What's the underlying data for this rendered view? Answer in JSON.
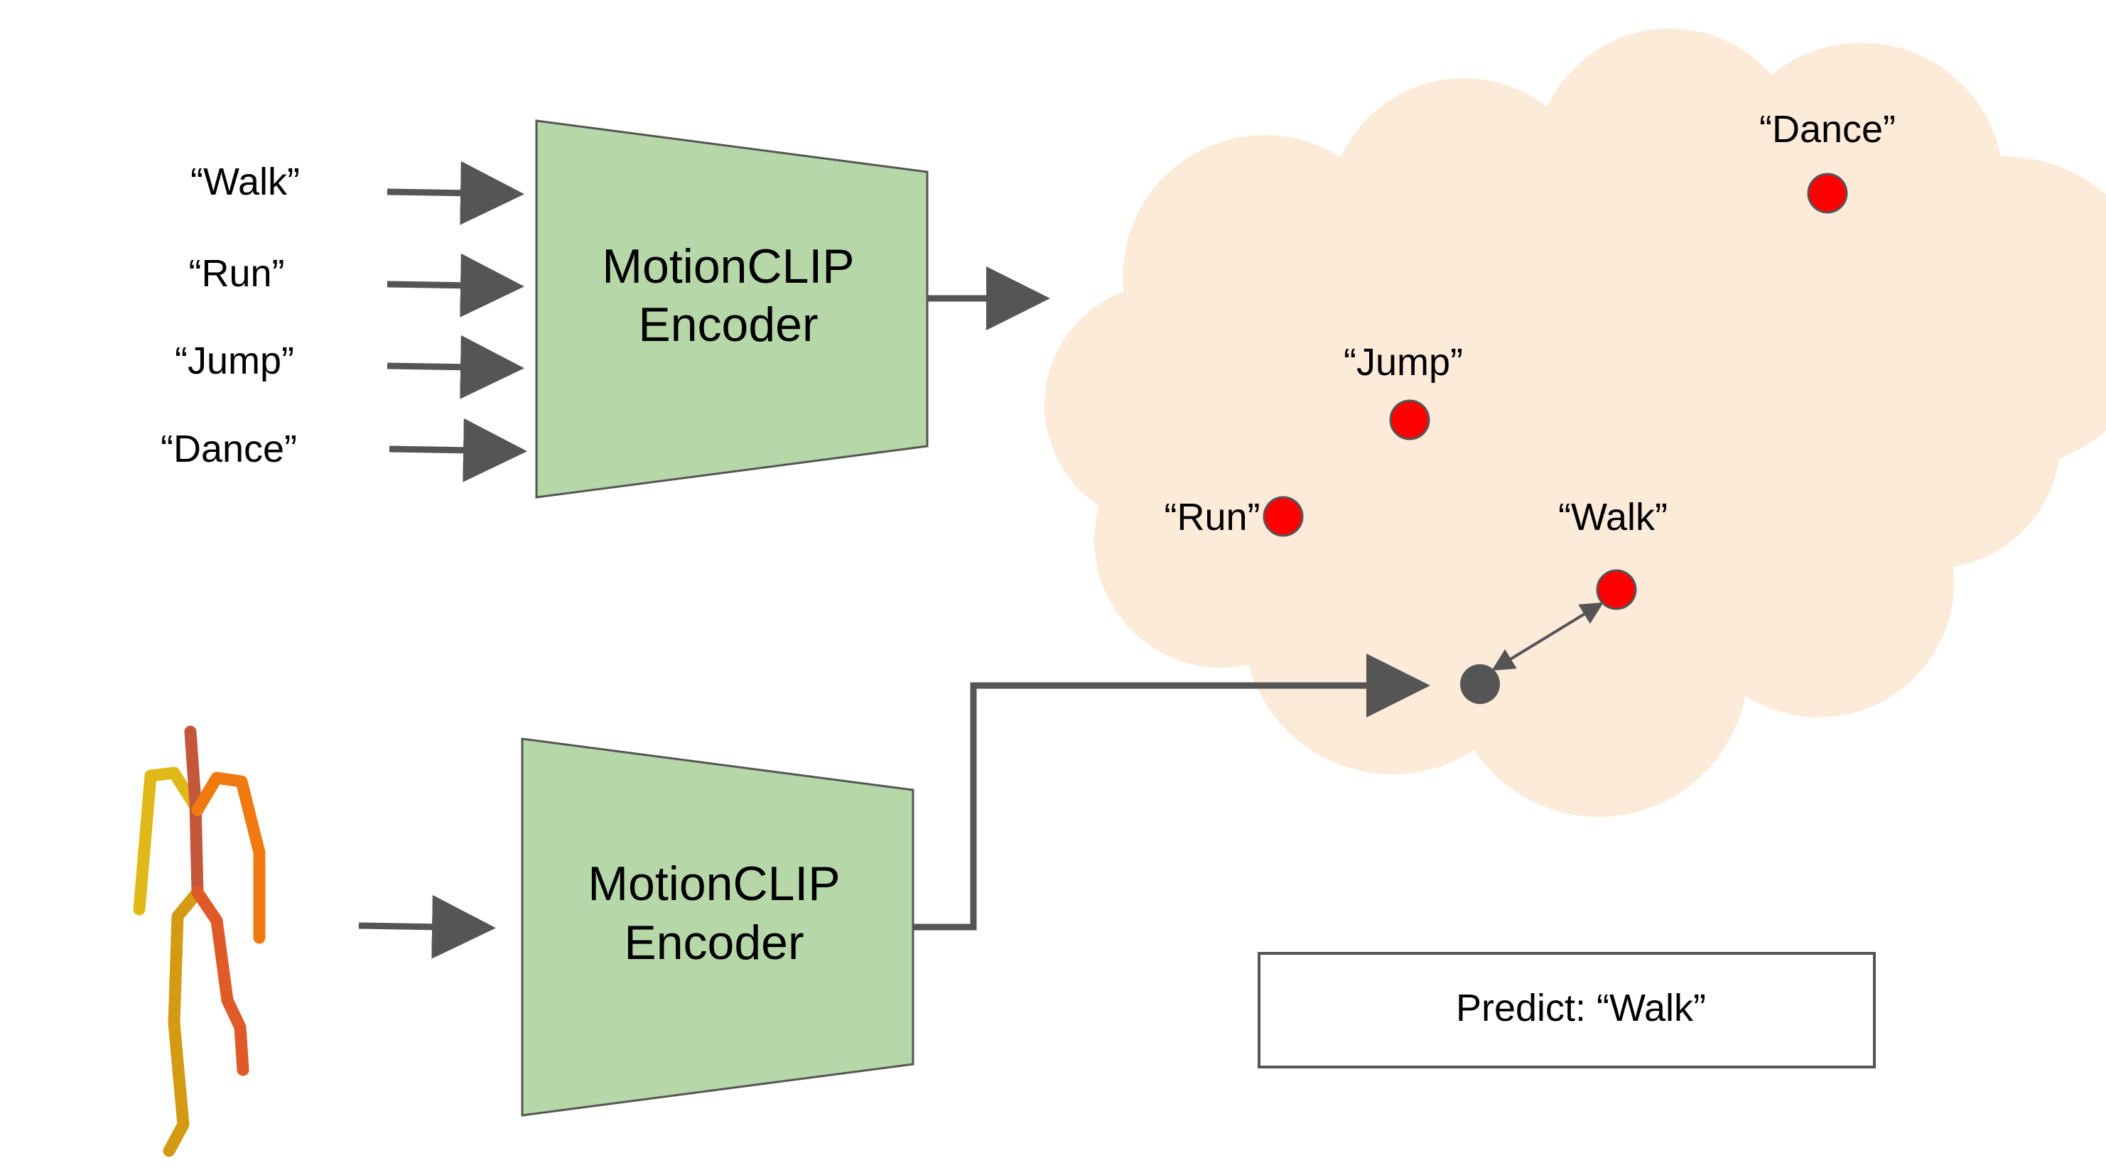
{
  "inputs": {
    "labels": [
      "“Walk”",
      "“Run”",
      "“Jump”",
      "“Dance”"
    ]
  },
  "encoder_top": {
    "line1": "MotionCLIP",
    "line2": "Encoder"
  },
  "encoder_bottom": {
    "line1": "MotionCLIP",
    "line2": "Encoder"
  },
  "embedding_space": {
    "points": [
      {
        "label": "“Dance”",
        "color": "#ff0000"
      },
      {
        "label": "“Jump”",
        "color": "#ff0000"
      },
      {
        "label": "“Run”",
        "color": "#ff0000"
      },
      {
        "label": "“Walk”",
        "color": "#ff0000"
      }
    ],
    "query_color": "#555555",
    "cloud_color": "#fdebd9"
  },
  "prediction": {
    "text": "Predict: “Walk”"
  },
  "colors": {
    "encoder_fill": "#b6d7a8",
    "encoder_stroke": "#555555",
    "arrow": "#555555",
    "skeleton": [
      "#e0b818",
      "#d49a14",
      "#c4563a",
      "#f07a10",
      "#e05a28"
    ]
  }
}
